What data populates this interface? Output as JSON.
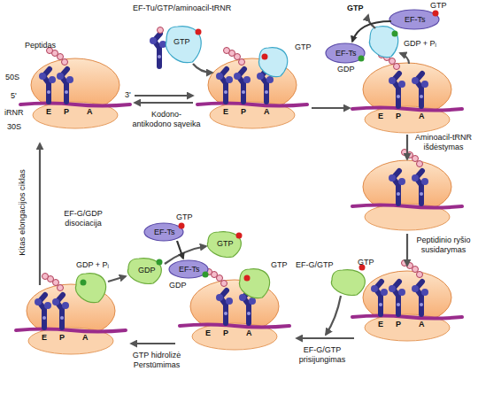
{
  "diagram": {
    "labels": [
      "EF-Tu/GTP/aminoacil-tRNR",
      "GTP",
      "Peptidas",
      "50S",
      "5'",
      "iRNR",
      "30S",
      "E",
      "P",
      "A",
      "3'",
      "Kodono-antikodono sąveika",
      "GTP",
      "E",
      "P",
      "A",
      "GTP",
      "EF-Ts",
      "GTP",
      "EF-Ts",
      "GDP",
      "GDP + Pᵢ",
      "E",
      "P",
      "A",
      "Aminoacil-tRNR išdėstymas",
      "Peptidinio ryšio susidarymas",
      "EF-G/GTP",
      "GTP",
      "EF-G/GTP prisijungimas",
      "E",
      "P",
      "A",
      "GTP",
      "E",
      "P",
      "A",
      "GTP hidrolizė Perstūmimas",
      "GDP + Pᵢ",
      "E",
      "P",
      "A",
      "EF-G/GDP disociacija",
      "Kitas elongacijos ciklas",
      "EF-Ts",
      "GTP",
      "GDP",
      "GTP",
      "EF-Ts",
      "GDP"
    ]
  }
}
